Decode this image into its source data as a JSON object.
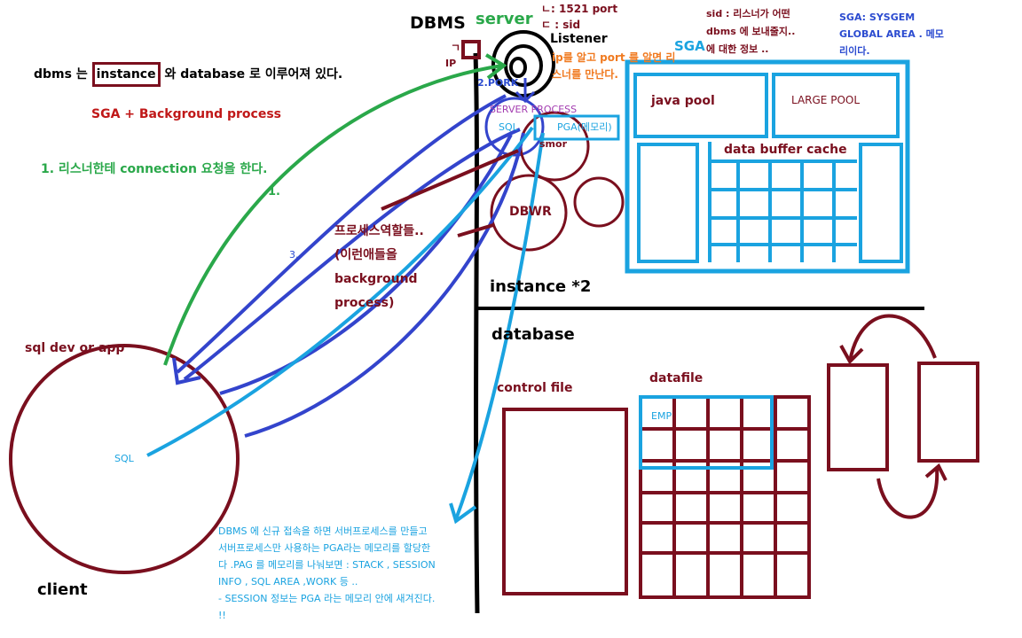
{
  "colors": {
    "dark_red": "#7a0f1e",
    "green": "#2aa84a",
    "blue": "#3344cc",
    "cyan": "#1aa3e0",
    "orange": "#f07a20",
    "purple": "#a33cb0",
    "black": "#000000"
  },
  "header": {
    "dbms": "DBMS",
    "server": "server",
    "port_note": "ㄴ: 1521 port",
    "sid_note": "ㄷ : sid",
    "bracket": "ㄱ",
    "ip": "IP",
    "listener": "Listener",
    "listener_note": "ip를 알고 port 를 알면 리\n스너를 만난다.",
    "sid_desc": "sid : 리스너가 어떤\ndbms 에 보내줄지..\n에 대한 정보 ..",
    "sga_note": "SGA: SYSGEM\nGLOBAL AREA . 메모\n리이다.",
    "sga": "SGA"
  },
  "intro": {
    "prefix": "dbms 는",
    "instance_word": "instance",
    "suffix": "와 database 로 이루어져 있다.",
    "sga_bg": "SGA + Background process",
    "step1": "1. 리스너한테 connection 요청을 한다.",
    "step1_short": "1.",
    "step3": "3."
  },
  "server_area": {
    "pork": "2.PORK",
    "server_process": "SERVER PROCESS",
    "sql": "SQL",
    "pga": "PGA(메모리)",
    "smor": "smor",
    "dbwr": "DBWR",
    "process_roles": "프로세스역할들..\n(이런애들을\nbackground\nprocess)"
  },
  "sga_box": {
    "java_pool": "java pool",
    "large_pool": "LARGE POOL",
    "buffer_cache": "data buffer cache"
  },
  "sections": {
    "instance": "instance *2",
    "database": "database",
    "control_file": "control file",
    "datafile": "datafile",
    "emp": "EMP"
  },
  "client": {
    "app": "sql dev or app",
    "sql": "SQL",
    "label": "client"
  },
  "footnote": "DBMS 에 신규 접속을 하면 서버프로세스를 만들고\n서버프로세스만 사용하는 PGA라는 메모리를 할당한\n다 .PAG 를 메모리를 나눠보면 : STACK , SESSION\nINFO , SQL AREA ,WORK 등 ..\n- SESSION 정보는 PGA 라는 메모리 안에 새겨진다.\n!!"
}
